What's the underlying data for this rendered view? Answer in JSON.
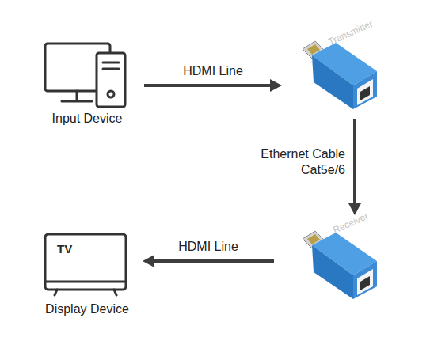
{
  "diagram": {
    "nodes": [
      {
        "text": [
          "Input Device"
        ]
      },
      {
        "text": [
          "Transmitter"
        ]
      },
      {
        "text": [
          "Receiver"
        ]
      },
      {
        "text": [
          "TV",
          "Display Device"
        ]
      }
    ],
    "edges": [
      {
        "from": 0,
        "to": 1,
        "label": "HDMI Line",
        "arrow": "to"
      },
      {
        "from": 1,
        "to": 2,
        "label": "Ethernet Cable Cat5e/6",
        "arrow": "to"
      },
      {
        "from": 2,
        "to": 3,
        "label": "HDMI Line",
        "arrow": "to"
      }
    ]
  }
}
